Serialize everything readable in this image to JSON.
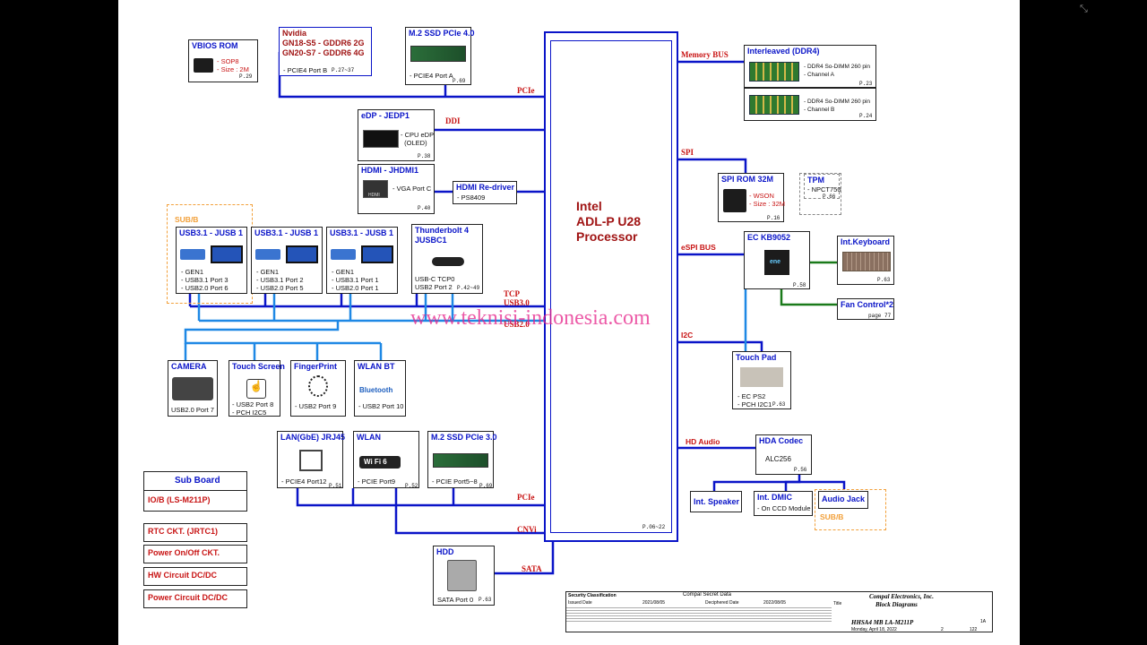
{
  "colors": {
    "bus_blue": "#0a14c8",
    "usb_blue": "#1e88e5",
    "ec_green": "#1a7a1a",
    "label_red": "#c81414",
    "subb_orange": "#f2a03a"
  },
  "processor": {
    "title": "Intel\nADL-P U28\nProcessor",
    "page": "P.06~22"
  },
  "bus_labels": {
    "memory": "Memory BUS",
    "pcie_top": "PCIe",
    "ddi": "DDI",
    "spi": "SPI",
    "espi": "eSPI BUS",
    "tcp": "TCP",
    "usb30": "USB3.0",
    "usb20": "USB2.0",
    "i2c": "I2C",
    "hdaudio": "HD Audio",
    "pcie_bottom": "PCIe",
    "cnvi": "CNVi",
    "sata": "SATA"
  },
  "vbios": {
    "title": "VBIOS ROM",
    "lines": "- SOP8\n- Size : 2M",
    "page": "P.29"
  },
  "nvidia": {
    "title": "Nvidia",
    "line1": "GN18-S5 - GDDR6 2G",
    "line2": "GN20-S7 - GDDR6 4G",
    "port": "- PCIE4 Port B",
    "page": "P.27~37"
  },
  "m2_top": {
    "title": "M.2 SSD PCIe 4.0",
    "port": "- PCIE4 Port A",
    "page": "P.69"
  },
  "ddr_a": {
    "title": "Interleaved (DDR4)",
    "lines": "- DDR4 So-DIMM 260 pin\n- Channel A",
    "page": "P.23"
  },
  "ddr_b": {
    "lines": "- DDR4 So-DIMM 260 pin\n- Channel B",
    "page": "P.24"
  },
  "edp": {
    "title": "eDP - JEDP1",
    "lines": "- CPU eDP\n  (OLED)",
    "page": "P.38"
  },
  "hdmi": {
    "title": "HDMI - JHDMI1",
    "port": "- VGA Port C",
    "page": "P.40",
    "logo": "HDMI"
  },
  "redriver": {
    "title": "HDMI Re-driver",
    "line": "- PS8409"
  },
  "spirom": {
    "title": "SPI ROM 32M",
    "lines": "- WSON\n- Size : 32M",
    "page": "P.16"
  },
  "tpm": {
    "title": "TPM",
    "line": "- NPCT750",
    "page": "P.66"
  },
  "ec": {
    "title": "EC KB9052",
    "page": "P.58",
    "chip": "ene"
  },
  "kbd": {
    "title": "Int.Keyboard",
    "page": "P.63"
  },
  "fan": {
    "title": "Fan Control*2",
    "page": "page 77"
  },
  "touchpad": {
    "title": "Touch Pad",
    "lines": "- EC PS2\n- PCH I2C1",
    "page": "P.63"
  },
  "sub_top": {
    "label": "SUB/B"
  },
  "usb1": {
    "title": "USB3.1 - JUSB 1",
    "lines": "- GEN1\n- USB3.1 Port 3\n- USB2.0 Port 6"
  },
  "usb2": {
    "title": "USB3.1 - JUSB 1",
    "lines": "- GEN1\n- USB3.1 Port 2\n- USB2.0 Port 5"
  },
  "usb3": {
    "title": "USB3.1 - JUSB 1",
    "lines": "- GEN1\n- USB3.1 Port 1\n- USB2.0 Port 1"
  },
  "tb4": {
    "title": "Thunderbolt 4\nJUSBC1",
    "lines": "USB-C TCP0\nUSB2 Port 2",
    "page": "P.42~49"
  },
  "camera": {
    "title": "CAMERA",
    "port": "USB2.0 Port 7"
  },
  "touchscreen": {
    "title": "Touch Screen",
    "lines": "- USB2 Port 8\n- PCH I2C5"
  },
  "finger": {
    "title": "FingerPrint",
    "port": "- USB2 Port 9"
  },
  "wlanbt": {
    "title": "WLAN BT",
    "port": "- USB2 Port 10",
    "logo": "Bluetooth"
  },
  "lan": {
    "title": "LAN(GbE) JRJ45",
    "port": "- PCIE4 Port12",
    "page": "P.51"
  },
  "wlan": {
    "title": "WLAN",
    "port": "- PCIE Port9",
    "page": "P.52",
    "logo": "Wi Fi 6"
  },
  "m2_bottom": {
    "title": "M.2 SSD PCIe 3.0",
    "port": "- PCIE Port5~8",
    "page": "P.69"
  },
  "hdd": {
    "title": "HDD",
    "port": "SATA Port 0",
    "page": "P.63"
  },
  "hda": {
    "title": "HDA Codec",
    "line": "ALC256",
    "page": "P.56"
  },
  "speaker": {
    "title": "Int. Speaker"
  },
  "dmic": {
    "title": "Int. DMIC",
    "line": "- On CCD Module"
  },
  "audiojack": {
    "title": "Audio Jack",
    "sub": "SUB/B"
  },
  "left_menu": {
    "subboard_title": "Sub Board",
    "subboard_item": "IO/B (LS-M211P)",
    "items": [
      "RTC CKT. (JRTC1)",
      "Power On/Off CKT.",
      "HW Circuit DC/DC",
      "Power Circuit DC/DC"
    ]
  },
  "watermark": "www.teknisi-indonesia.com",
  "titleblock": {
    "sec_class": "Security Classification",
    "secret": "Compal Secret Data",
    "issued": "Issued Date",
    "issued_date": "2021/08/05",
    "deciphered": "Deciphered Date",
    "deciphered_date": "2022/08/05",
    "company": "Compal Electronics, Inc.",
    "title_label": "Title",
    "title": "Block Diagrams",
    "doc": "HHSA4 MB LA-M211P",
    "rev": "1A",
    "date": "Monday, April 18, 2022",
    "sheet": "2",
    "of": "122"
  }
}
